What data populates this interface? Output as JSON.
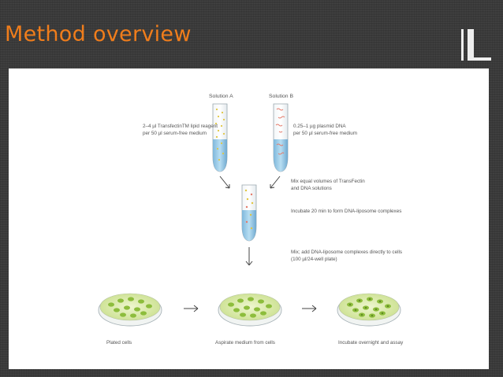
{
  "slide": {
    "title": "Method overview"
  },
  "diagram": {
    "solution_a": {
      "label": "Solution A",
      "desc_line1": "2–4 µl TransfectinTM lipid reagent",
      "desc_line2": "per 50 µl serum-free medium"
    },
    "solution_b": {
      "label": "Solution B",
      "desc_line1": "0.25–1 µg plasmid DNA",
      "desc_line2": "per 50 µl serum-free medium"
    },
    "steps": {
      "mix_line1": "Mix equal volumes of TransFectin",
      "mix_line2": "and DNA solutions",
      "incubate": "Incubate 20 min to form DNA-liposome complexes",
      "add_line1": "Mix; add DNA-liposome complexes directly to cells",
      "add_line2": "(100 µl/24-well plate)"
    },
    "dishes": {
      "plated": "Plated cells",
      "aspirate": "Aspirate medium from cells",
      "incubate": "Incubate overnight and assay"
    }
  },
  "colors": {
    "title": "#f07d1b",
    "tube_liquid": "#a9d4ec",
    "lipid_dots": "#e0c640",
    "dna_strands": "#e47a6a",
    "dish_medium": "#d8e9a6",
    "cell": "#8dbd3c",
    "cell_nucleus": "#5f8a22"
  }
}
